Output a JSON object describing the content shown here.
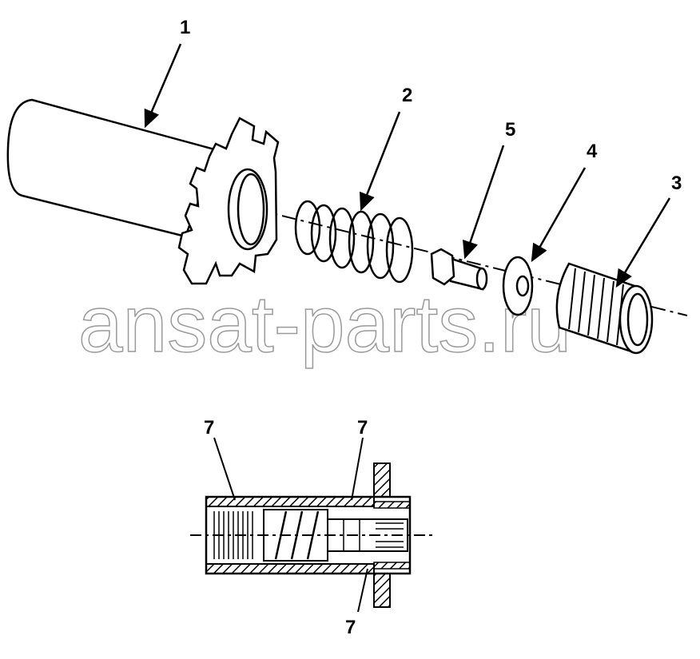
{
  "diagram": {
    "callouts": [
      {
        "id": "1",
        "part": "housing-sleeve"
      },
      {
        "id": "2",
        "part": "spring"
      },
      {
        "id": "5",
        "part": "pin"
      },
      {
        "id": "4",
        "part": "washer"
      },
      {
        "id": "3",
        "part": "bearing"
      }
    ],
    "section_callouts": [
      "7",
      "7",
      "7"
    ],
    "watermark": "ansat-parts.ru"
  }
}
